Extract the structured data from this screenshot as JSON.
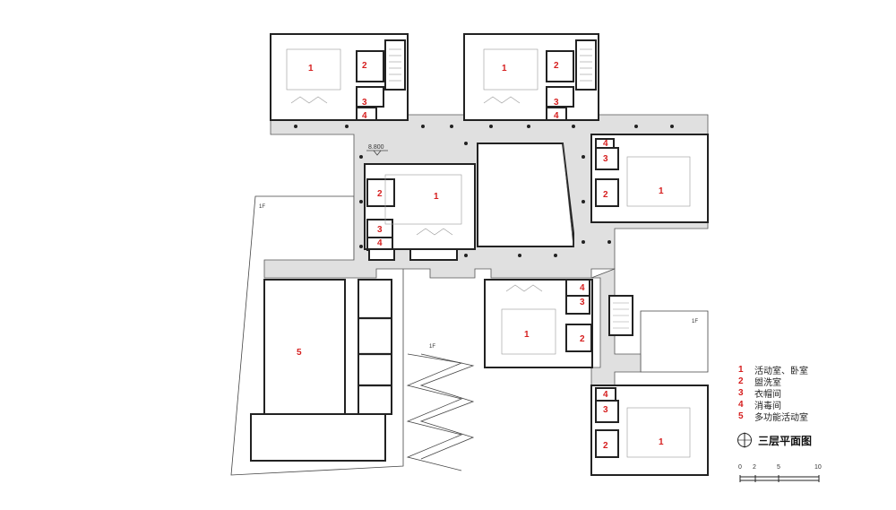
{
  "plan": {
    "title": "三层平面图",
    "elevation_mark": "8.800",
    "floor_marks": [
      "1F",
      "1F",
      "1F"
    ],
    "room_numbers": [
      "1",
      "2",
      "3",
      "4",
      "5"
    ]
  },
  "legend": {
    "items": [
      {
        "num": "1",
        "label": "活动室、卧室"
      },
      {
        "num": "2",
        "label": "盥洗室"
      },
      {
        "num": "3",
        "label": "衣帽间"
      },
      {
        "num": "4",
        "label": "消毒间"
      },
      {
        "num": "5",
        "label": "多功能活动室"
      }
    ]
  },
  "scale": {
    "ticks": [
      "0",
      "2",
      "5",
      "10"
    ]
  },
  "colors": {
    "room_number": "#d61f1f",
    "corridor": "#e0e0e0",
    "wall": "#222222"
  }
}
